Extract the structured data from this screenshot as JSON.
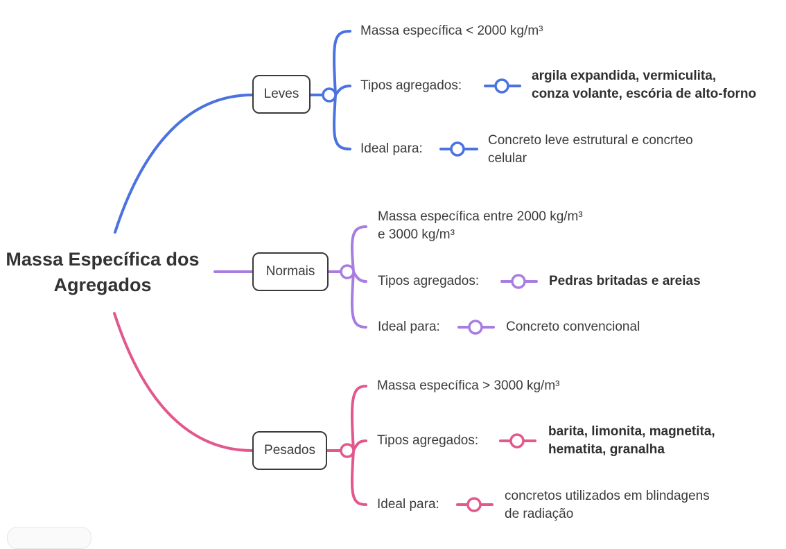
{
  "root": {
    "line1": "Massa Específica dos",
    "line2": "Agregados"
  },
  "colors": {
    "leves": "#4a72e0",
    "normais": "#a87de0",
    "pesados": "#e2578c"
  },
  "branches": {
    "leves": {
      "label": "Leves",
      "massa": "Massa específica < 2000 kg/m³",
      "tipos_label": "Tipos agregados:",
      "tipos_line1": "argila expandida, vermiculita,",
      "tipos_line2": "conza volante, escória de alto-forno",
      "ideal_label": "Ideal para:",
      "ideal_line1": "Concreto leve estrutural e concrteo",
      "ideal_line2": "celular"
    },
    "normais": {
      "label": "Normais",
      "massa_line1": "Massa específica entre 2000 kg/m³",
      "massa_line2": "e 3000 kg/m³",
      "tipos_label": "Tipos agregados:",
      "tipos_value": "Pedras britadas e areias",
      "ideal_label": "Ideal para:",
      "ideal_value": "Concreto convencional"
    },
    "pesados": {
      "label": "Pesados",
      "massa": "Massa específica > 3000 kg/m³",
      "tipos_label": "Tipos agregados:",
      "tipos_line1": "barita, limonita, magnetita,",
      "tipos_line2": "hematita, granalha",
      "ideal_label": "Ideal para:",
      "ideal_line1": "concretos utilizados em blindagens",
      "ideal_line2": "de radiação"
    }
  }
}
